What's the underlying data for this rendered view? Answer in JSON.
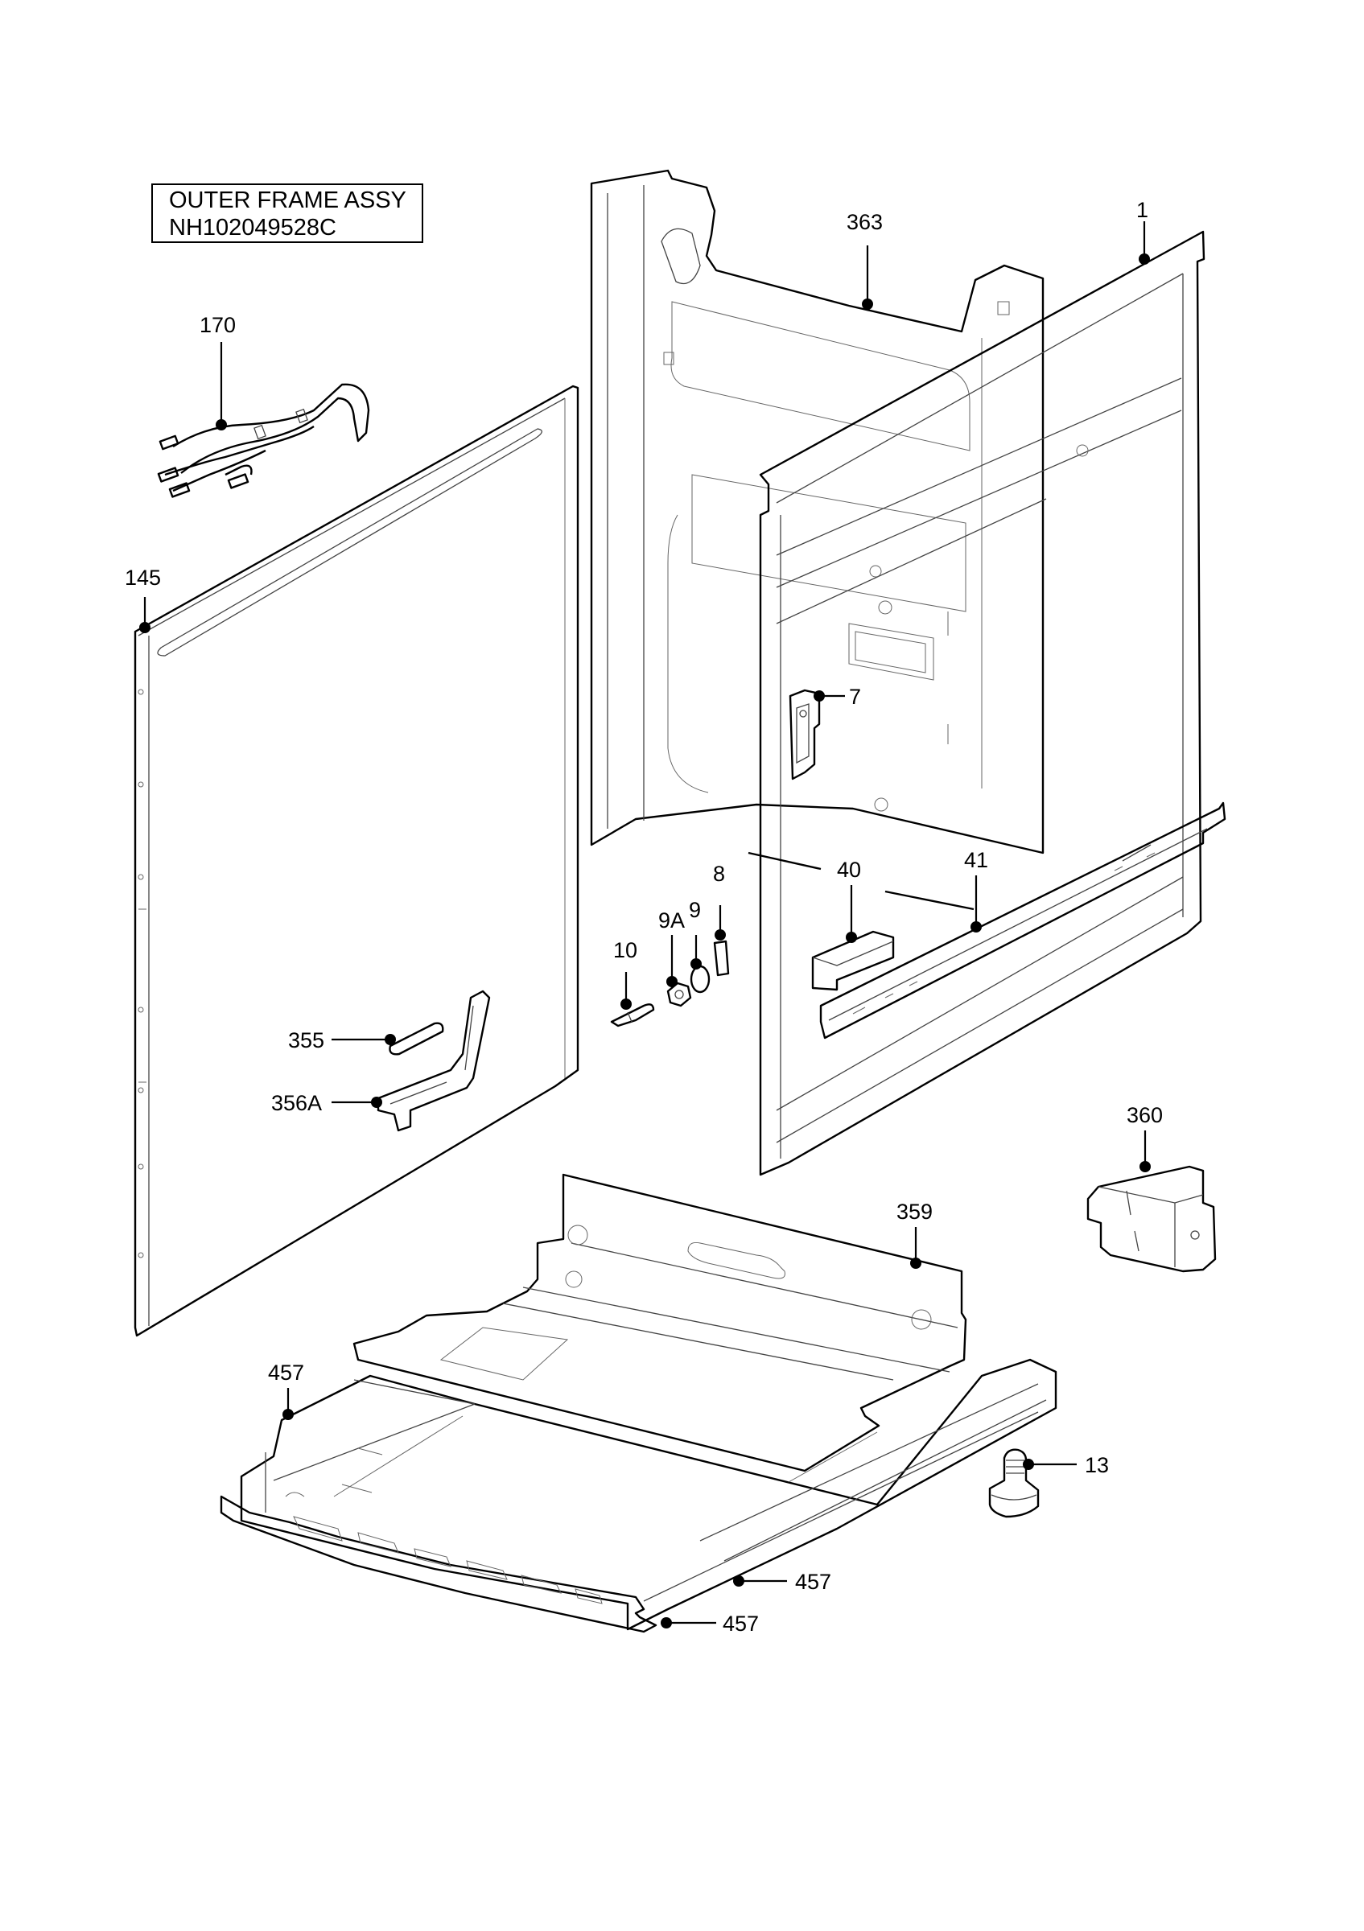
{
  "title": {
    "line1": "OUTER FRAME ASSY",
    "line2": "NH102049528C"
  },
  "callouts": [
    {
      "id": "c1",
      "label": "1"
    },
    {
      "id": "c363",
      "label": "363"
    },
    {
      "id": "c170",
      "label": "170"
    },
    {
      "id": "c145",
      "label": "145"
    },
    {
      "id": "c7",
      "label": "7"
    },
    {
      "id": "c8",
      "label": "8"
    },
    {
      "id": "c9",
      "label": "9"
    },
    {
      "id": "c9a",
      "label": "9A"
    },
    {
      "id": "c10",
      "label": "10"
    },
    {
      "id": "c40",
      "label": "40"
    },
    {
      "id": "c41",
      "label": "41"
    },
    {
      "id": "c355",
      "label": "355"
    },
    {
      "id": "c356a",
      "label": "356A"
    },
    {
      "id": "c360",
      "label": "360"
    },
    {
      "id": "c359",
      "label": "359"
    },
    {
      "id": "c457a",
      "label": "457"
    },
    {
      "id": "c13",
      "label": "13"
    },
    {
      "id": "c457b",
      "label": "457"
    },
    {
      "id": "c457c",
      "label": "457"
    }
  ]
}
